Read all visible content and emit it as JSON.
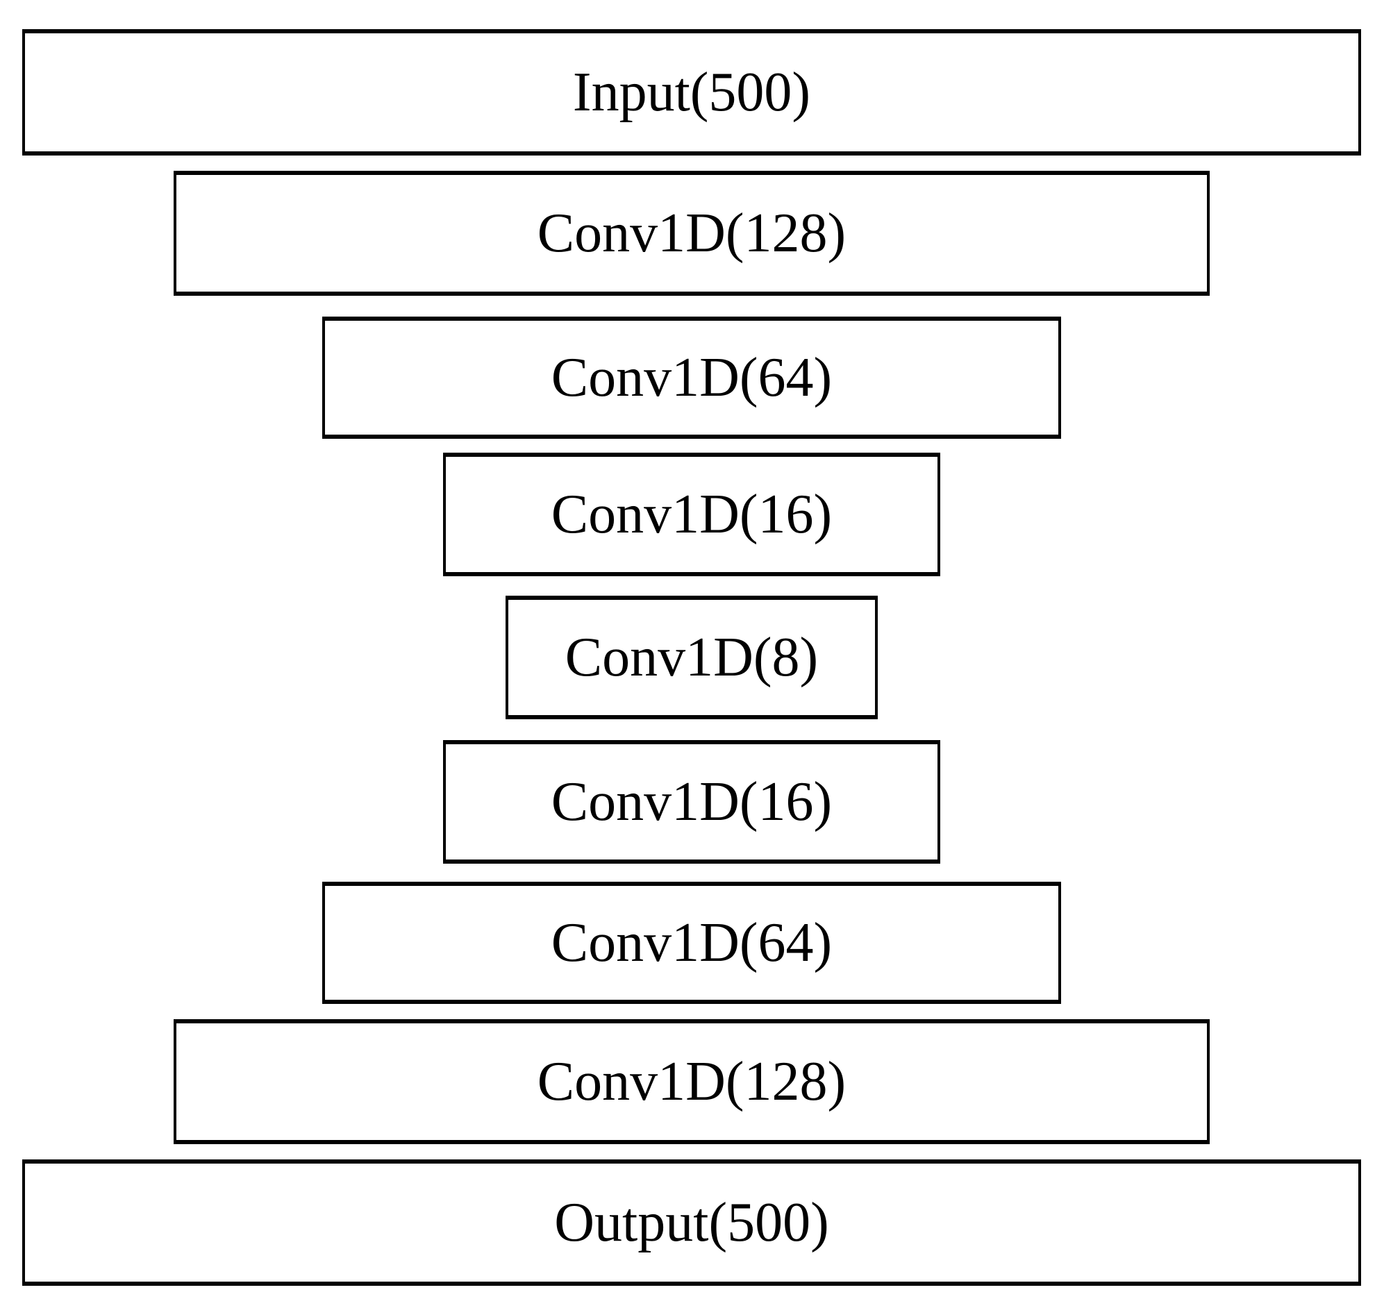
{
  "diagram": {
    "type": "neural-network-layer-stack",
    "colors": {
      "background": "#ffffff",
      "border": "#000000",
      "text": "#000000"
    },
    "layers": [
      {
        "label": "Input(500)"
      },
      {
        "label": "Conv1D(128)"
      },
      {
        "label": "Conv1D(64)"
      },
      {
        "label": "Conv1D(16)"
      },
      {
        "label": "Conv1D(8)"
      },
      {
        "label": "Conv1D(16)"
      },
      {
        "label": "Conv1D(64)"
      },
      {
        "label": "Conv1D(128)"
      },
      {
        "label": "Output(500)"
      }
    ]
  }
}
